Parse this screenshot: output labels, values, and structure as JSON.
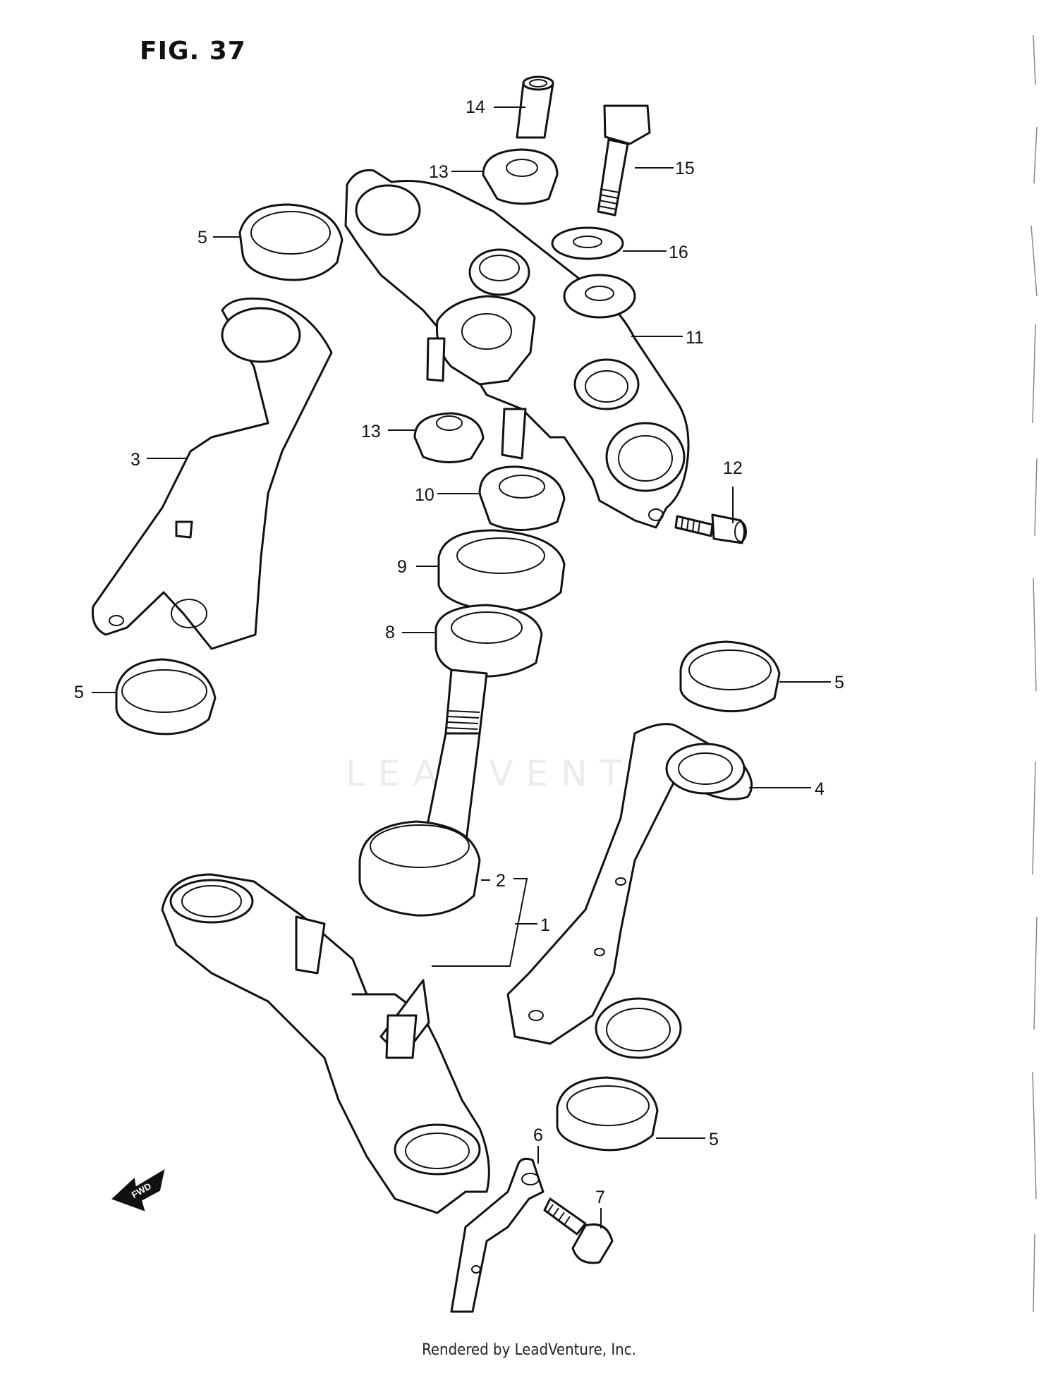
{
  "figure": {
    "title": "FIG. 37",
    "footer": "Rendered by LeadVenture, Inc.",
    "watermark": "LEADVENTURE",
    "fwd_label": "FWD"
  },
  "callouts": {
    "c1": "1",
    "c2": "2",
    "c3": "3",
    "c4": "4",
    "c5a": "5",
    "c5b": "5",
    "c5c": "5",
    "c5d": "5",
    "c6": "6",
    "c7": "7",
    "c8": "8",
    "c9": "9",
    "c10": "10",
    "c11": "11",
    "c12": "12",
    "c13a": "13",
    "c13b": "13",
    "c14": "14",
    "c15": "15",
    "c16": "16"
  }
}
